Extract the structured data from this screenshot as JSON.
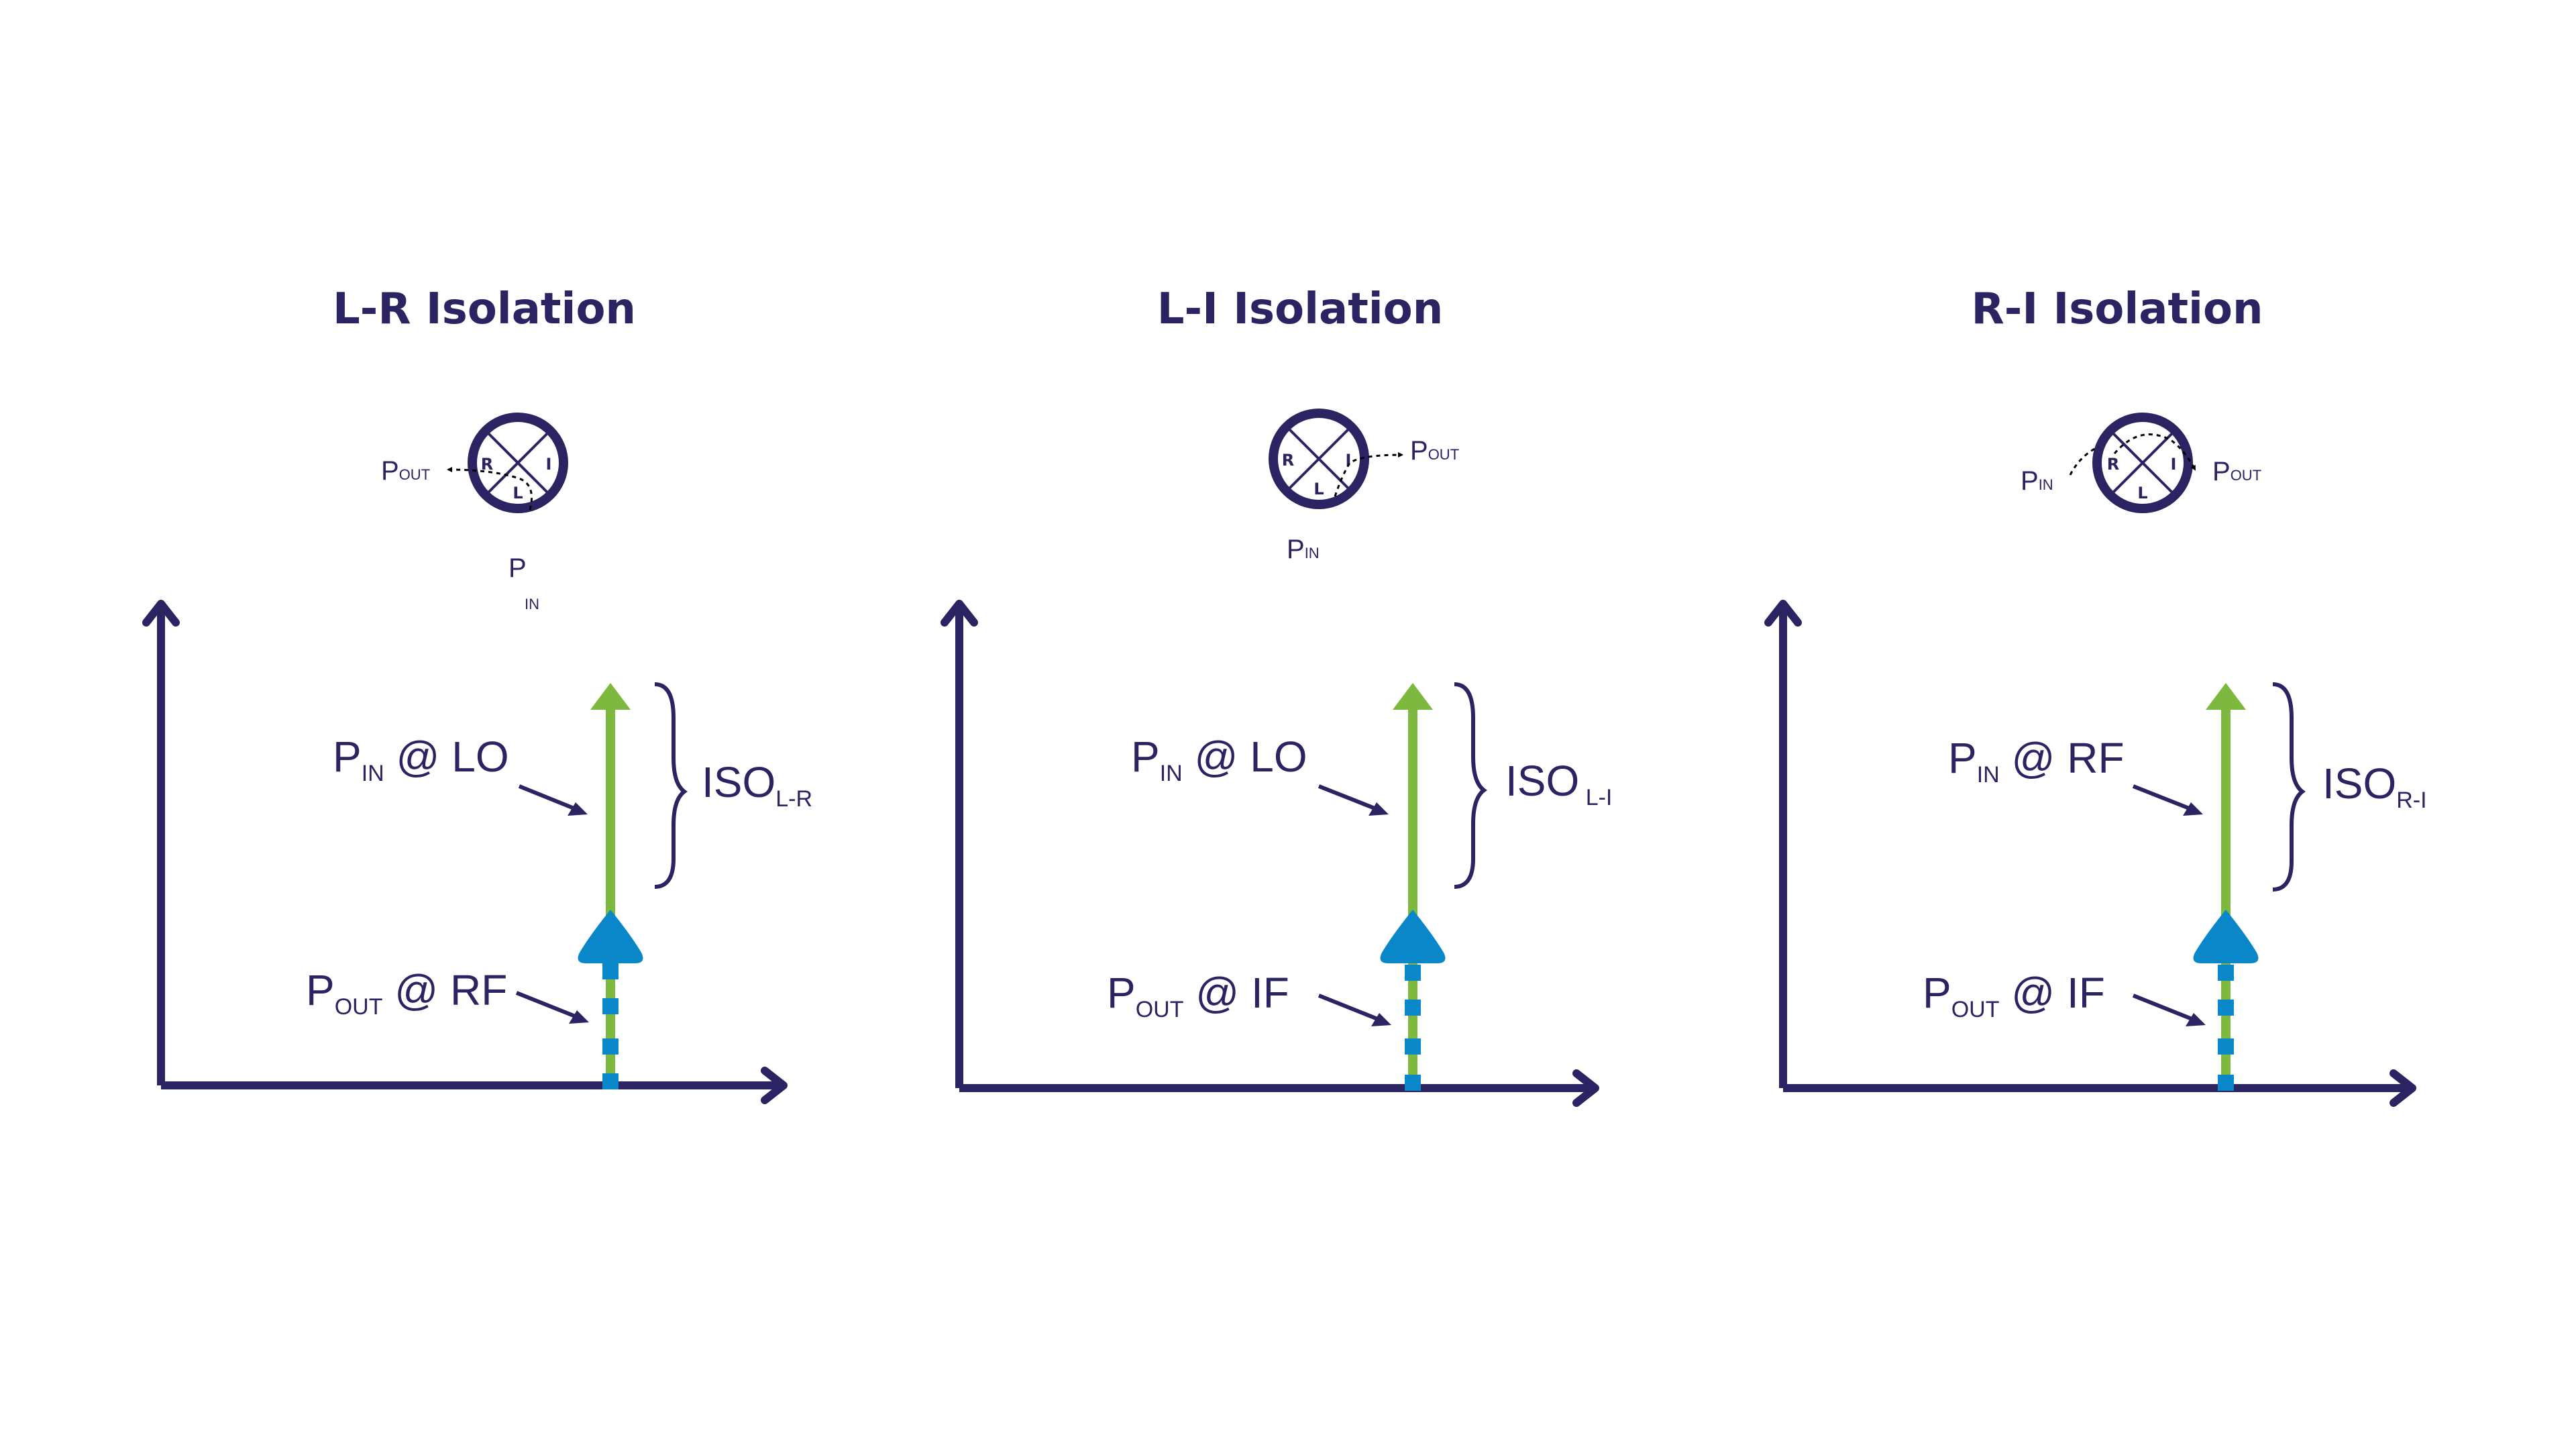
{
  "colors": {
    "navy": "#2a2462",
    "green": "#7db83f",
    "blue": "#0a87c9"
  },
  "panels": [
    {
      "title": "L-R Isolation",
      "mixer_ports": {
        "r": "R",
        "i": "I",
        "l": "L"
      },
      "mixer_pout": {
        "main": "P",
        "sub": "OUT"
      },
      "mixer_pin": {
        "main": "P",
        "sub": "IN"
      },
      "pin_label": {
        "main": "P",
        "sub": "IN",
        "rest": " @ LO"
      },
      "pout_label": {
        "main": "P",
        "sub": "OUT",
        "rest": " @ RF"
      },
      "iso_label": {
        "main": "ISO",
        "sub": "L-R"
      }
    },
    {
      "title": "L-I Isolation",
      "mixer_ports": {
        "r": "R",
        "i": "I",
        "l": "L"
      },
      "mixer_pout": {
        "main": "P",
        "sub": "OUT"
      },
      "mixer_pin": {
        "main": "P",
        "sub": "IN"
      },
      "pin_label": {
        "main": "P",
        "sub": "IN",
        "rest": " @ LO"
      },
      "pout_label": {
        "main": "P",
        "sub": "OUT",
        "rest": "  @ IF"
      },
      "iso_label": {
        "main": "ISO",
        "sub": " L-I"
      }
    },
    {
      "title": "R-I Isolation",
      "mixer_ports": {
        "r": "R",
        "i": "I",
        "l": "L"
      },
      "mixer_pout": {
        "main": "P",
        "sub": "OUT"
      },
      "mixer_pin": {
        "main": "P",
        "sub": "IN"
      },
      "pin_label": {
        "main": "P",
        "sub": "IN",
        "rest": " @ RF"
      },
      "pout_label": {
        "main": "P",
        "sub": "OUT",
        "rest": "  @ IF"
      },
      "iso_label": {
        "main": "ISO",
        "sub": "R-I"
      }
    }
  ]
}
